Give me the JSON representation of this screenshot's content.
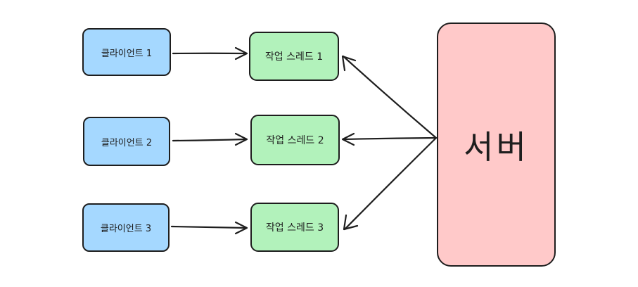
{
  "diagram": {
    "clients": [
      {
        "label": "클라이언트 1"
      },
      {
        "label": "클라이언트 2"
      },
      {
        "label": "클라이언트 3"
      }
    ],
    "threads": [
      {
        "label": "작업 스레드 1"
      },
      {
        "label": "작업 스레드 2"
      },
      {
        "label": "작업 스레드 3"
      }
    ],
    "server": {
      "label": "서버"
    },
    "edges": [
      {
        "from": "클라이언트 1",
        "to": "작업 스레드 1"
      },
      {
        "from": "클라이언트 2",
        "to": "작업 스레드 2"
      },
      {
        "from": "클라이언트 3",
        "to": "작업 스레드 3"
      },
      {
        "from": "서버",
        "to": "작업 스레드 1"
      },
      {
        "from": "서버",
        "to": "작업 스레드 2"
      },
      {
        "from": "서버",
        "to": "작업 스레드 3"
      }
    ],
    "colors": {
      "client_fill": "#a5d8ff",
      "thread_fill": "#b2f2bb",
      "server_fill": "#ffc9c9",
      "stroke": "#1e1e1e"
    }
  }
}
